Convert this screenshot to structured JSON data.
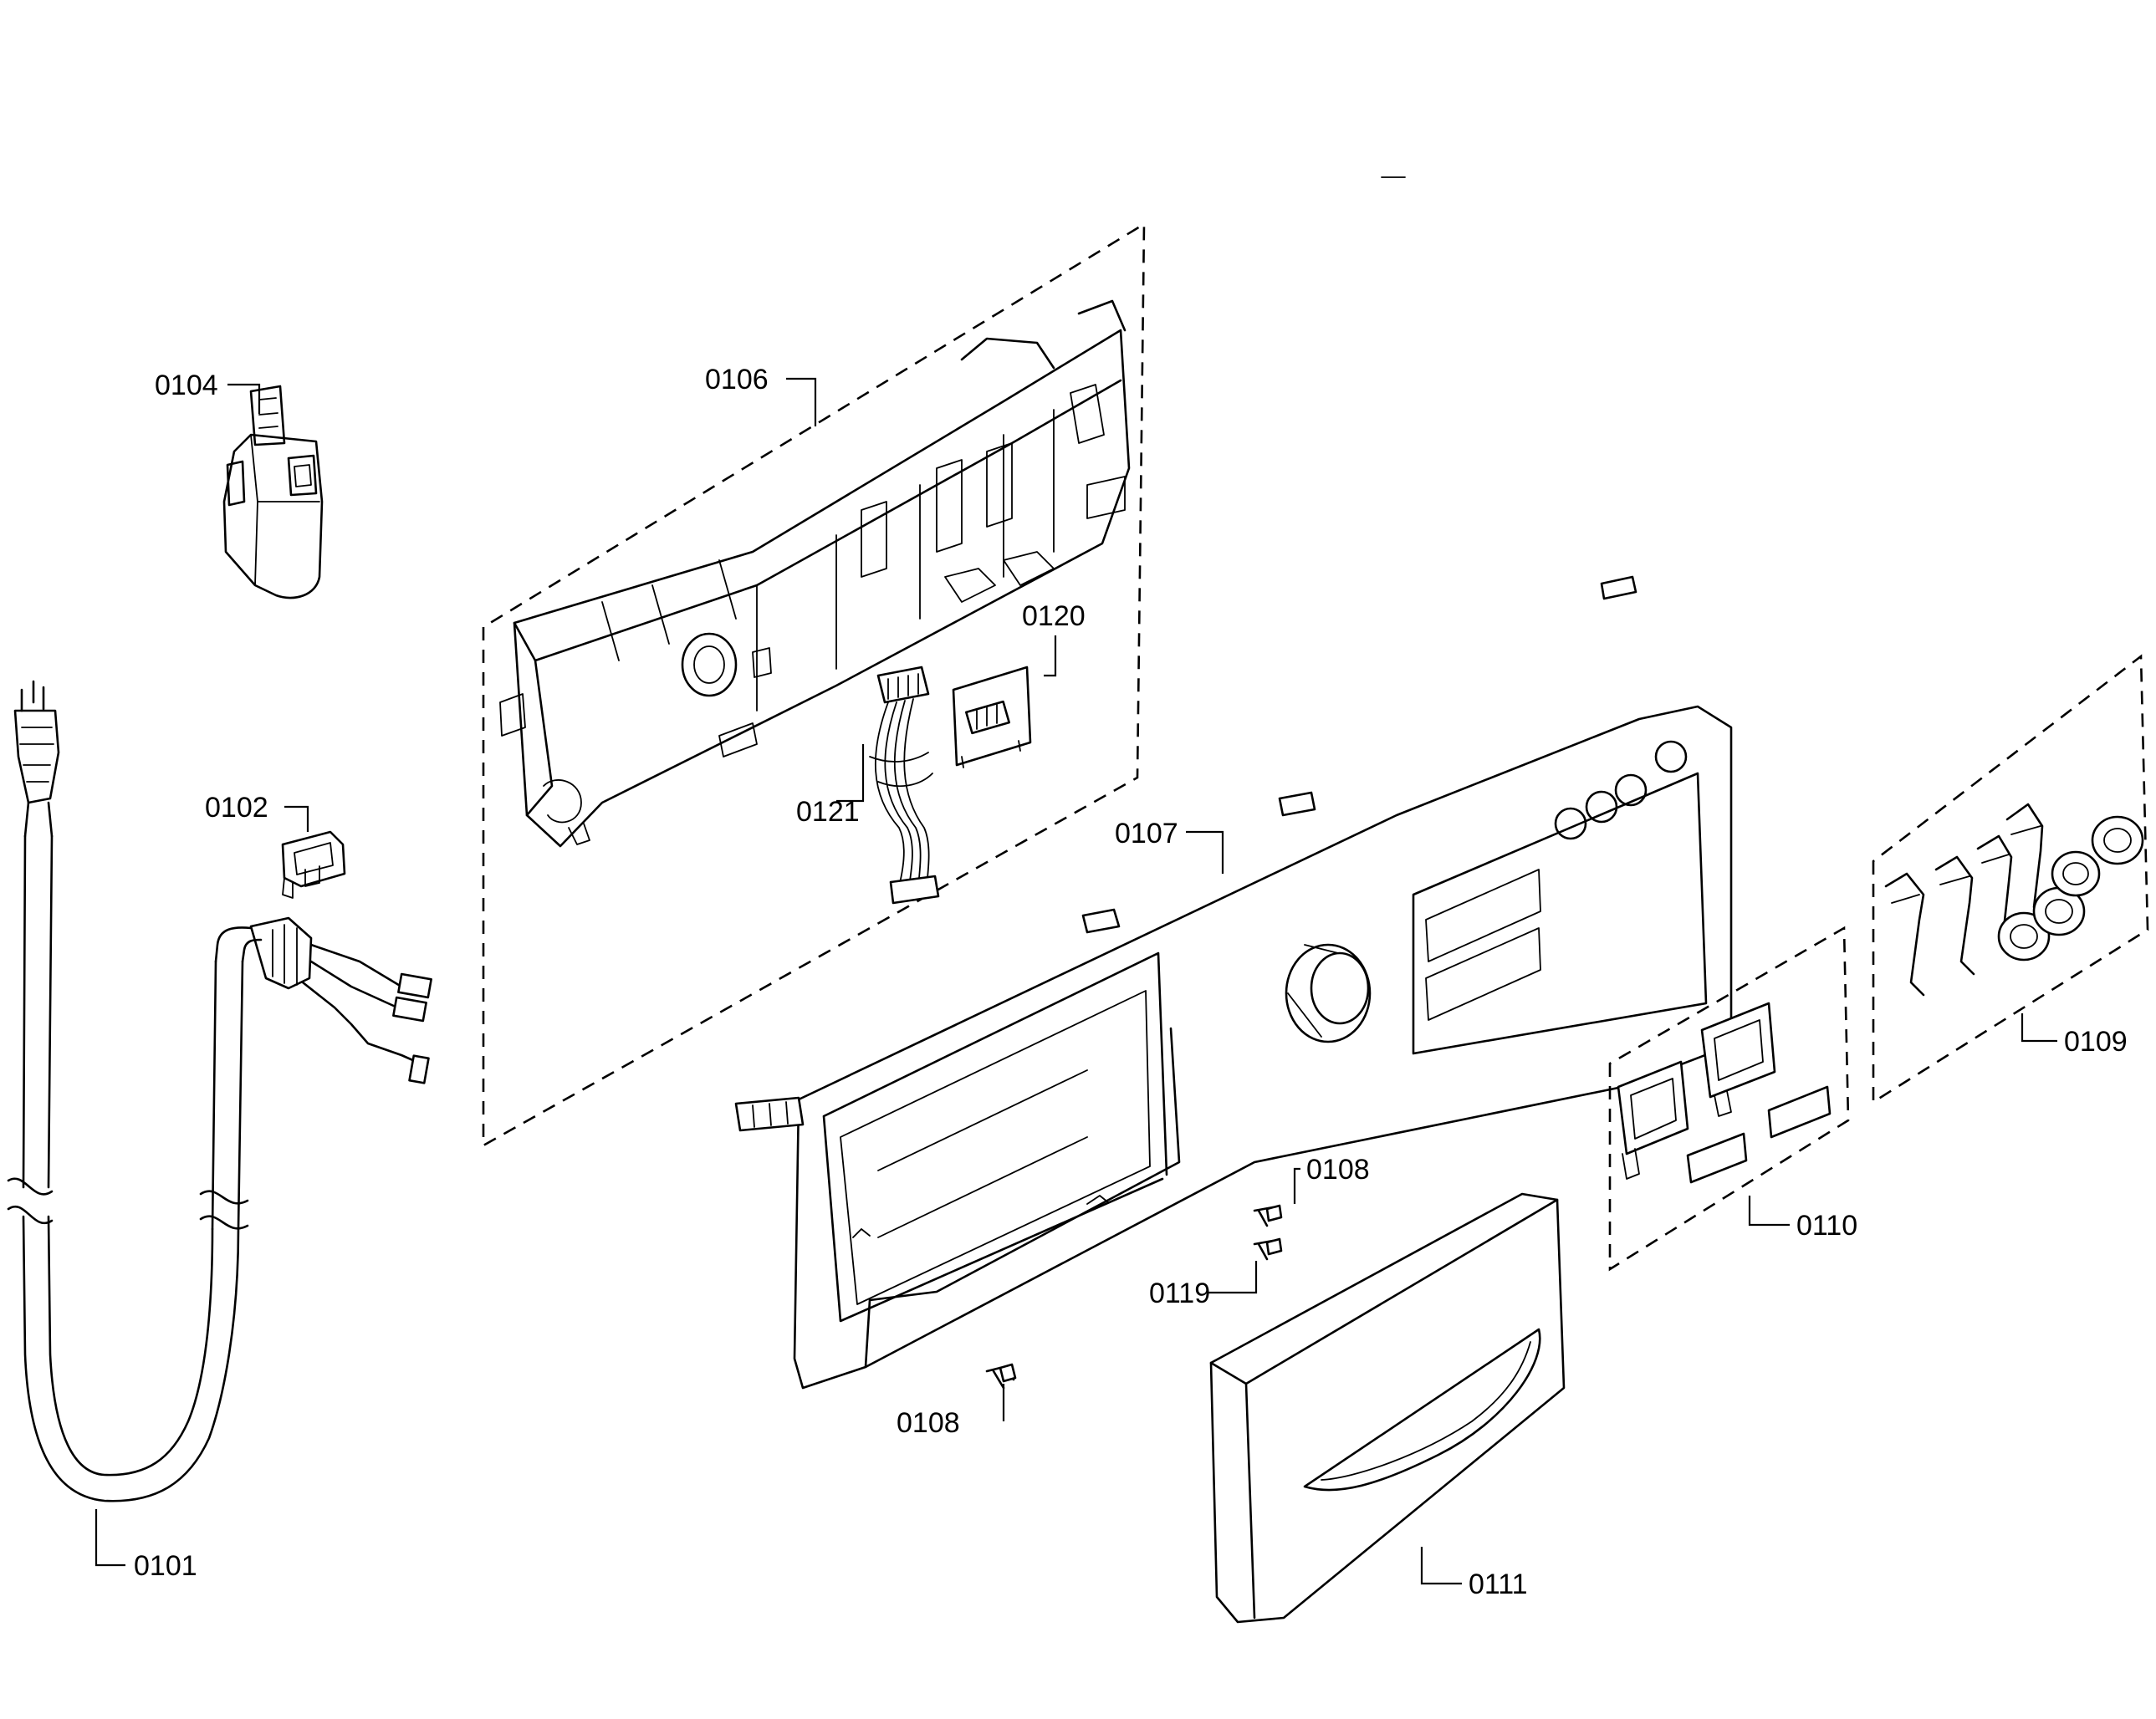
{
  "parts": [
    {
      "id": "p0101",
      "label": "0101"
    },
    {
      "id": "p0102",
      "label": "0102"
    },
    {
      "id": "p0104",
      "label": "0104"
    },
    {
      "id": "p0106",
      "label": "0106"
    },
    {
      "id": "p0107",
      "label": "0107"
    },
    {
      "id": "p0108a",
      "label": "0108"
    },
    {
      "id": "p0108b",
      "label": "0108"
    },
    {
      "id": "p0109",
      "label": "0109"
    },
    {
      "id": "p0110",
      "label": "0110"
    },
    {
      "id": "p0111",
      "label": "0111"
    },
    {
      "id": "p0119",
      "label": "0119"
    },
    {
      "id": "p0120",
      "label": "0120"
    },
    {
      "id": "p0121",
      "label": "0121"
    }
  ]
}
